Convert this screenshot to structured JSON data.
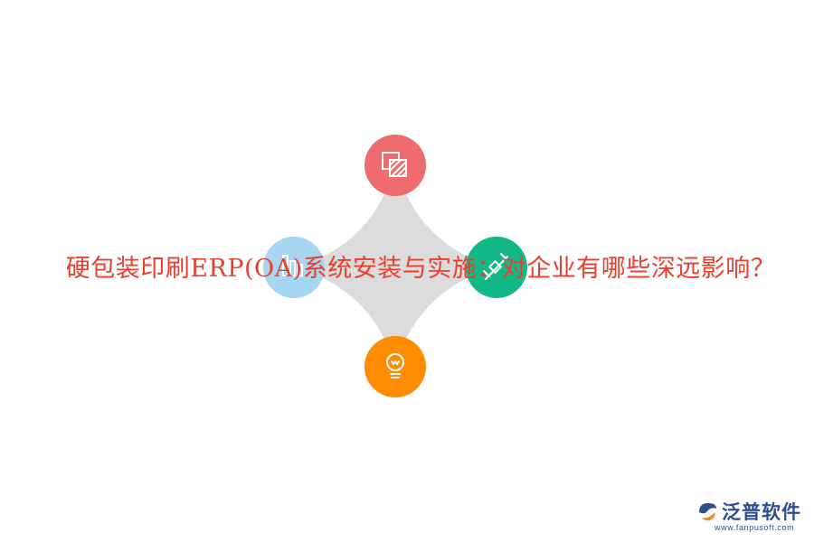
{
  "title": "硬包装印刷ERP(OA)系统安装与实施：对企业有哪些深远影响？",
  "colors": {
    "star": "#dcdcdc",
    "top_circle": "#ee6b6e",
    "left_circle": "#a6d6f0",
    "right_circle": "#12b886",
    "bottom_circle": "#ff8c00",
    "title_text": "#e8402f",
    "brand": "#2c4f8f"
  },
  "nodes": {
    "top": {
      "icon": "layers-icon"
    },
    "left": {
      "icon": "bar-chart-icon"
    },
    "right": {
      "icon": "satellite-icon"
    },
    "bottom": {
      "icon": "lightbulb-icon"
    }
  },
  "logo": {
    "name": "泛普软件",
    "url": "www.fanpusoft.com"
  }
}
